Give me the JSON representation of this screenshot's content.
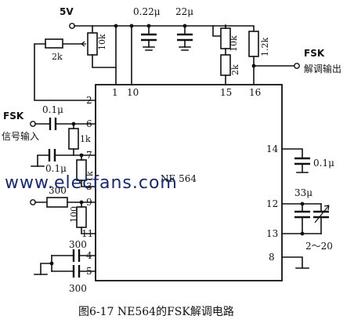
{
  "power": {
    "label": "5V"
  },
  "top_caps": {
    "c1": "0.22μ",
    "c2": "22μ"
  },
  "resistors": {
    "r_feedback": "2k",
    "r_vcc": "10k",
    "r_out1": "10k",
    "r_out2": "2k",
    "r_pullup": "1.2k",
    "r_pin6": "1k",
    "r_pin7": "1k",
    "r_pin9": "300",
    "r_pin10": "100"
  },
  "output": {
    "line1": "FSK",
    "line2": "解调输出"
  },
  "input": {
    "line1": "FSK",
    "line2": "信号输入"
  },
  "caps_left": {
    "c_in": "0.1μ",
    "c_pin7": "0.1μ",
    "c_pin4": "300",
    "c_pin5": "300"
  },
  "caps_right": {
    "c_pin14": "0.1μ",
    "c_timing": "33μ",
    "c_trim": "2～20"
  },
  "chip": {
    "name": "NE 564"
  },
  "pins": {
    "p1": "1",
    "p2": "2",
    "p3": "3",
    "p4": "4",
    "p5": "5",
    "p6": "6",
    "p7": "7",
    "p8": "8",
    "p9": "9",
    "p10": "10",
    "p11": "11",
    "p12": "12",
    "p13": "13",
    "p14": "14",
    "p15": "15",
    "p16": "16"
  },
  "watermark": "www.elecfans.com",
  "caption": "图6-17  NE564的FSK解调电路"
}
